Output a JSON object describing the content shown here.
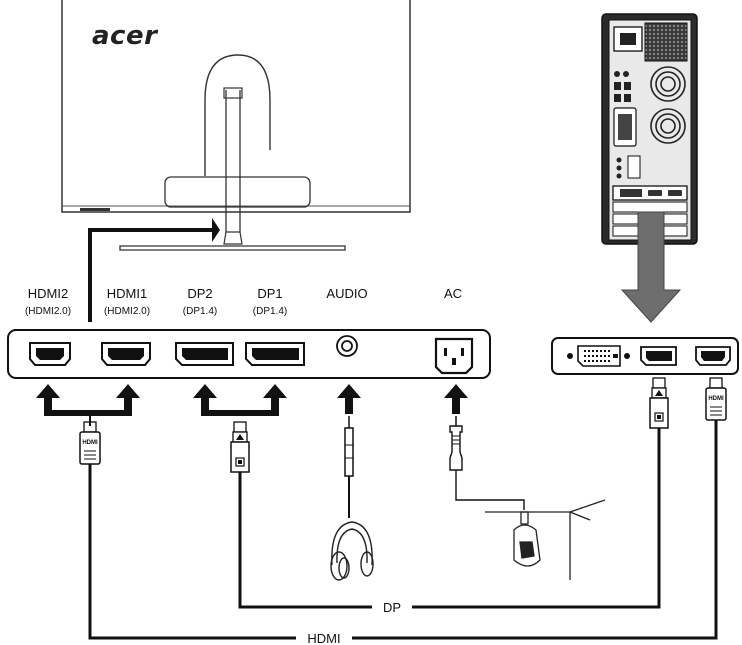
{
  "brand": "acer",
  "ports": {
    "hdmi2": {
      "name": "HDMI2",
      "spec": "(HDMI2.0)"
    },
    "hdmi1": {
      "name": "HDMI1",
      "spec": "(HDMI2.0)"
    },
    "dp2": {
      "name": "DP2",
      "spec": "(DP1.4)"
    },
    "dp1": {
      "name": "DP1",
      "spec": "(DP1.4)"
    },
    "audio": {
      "name": "AUDIO"
    },
    "ac": {
      "name": "AC"
    }
  },
  "cables": {
    "dp_label": "DP",
    "hdmi_label": "HDMI"
  },
  "plug_marks": {
    "hdmi": "HDMI"
  },
  "colors": {
    "line": "#111111",
    "arrow": "#111111",
    "pc_case": "#2b2b2b",
    "big_arrow": "#6e6e6e"
  }
}
